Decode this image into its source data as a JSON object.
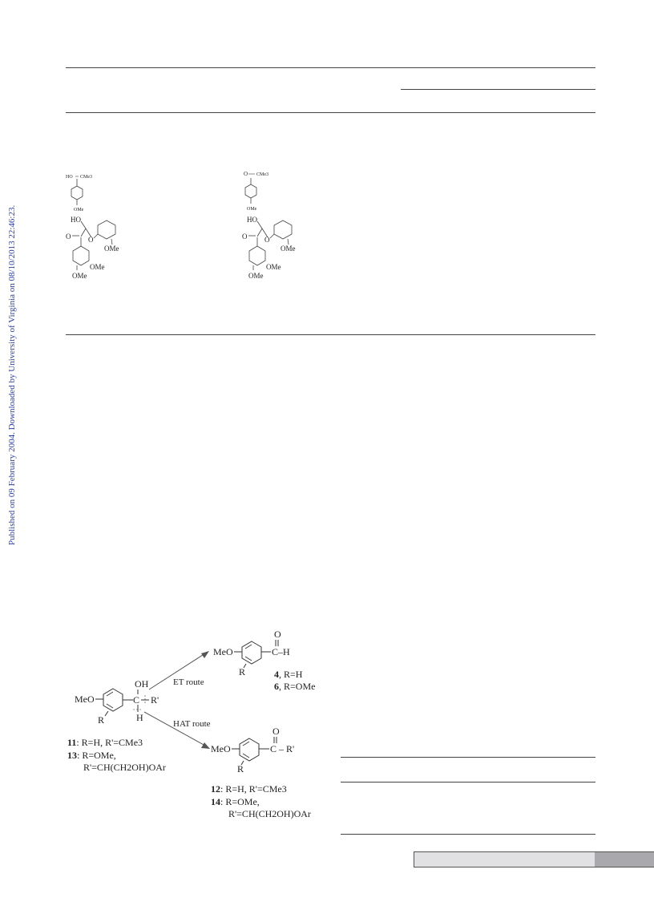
{
  "sidebar": {
    "text": "Published on 09 February 2004. Downloaded by University of Virginia on 08/10/2013 22:46:23."
  },
  "table": {
    "left_small_compound": {
      "top_label": "HO",
      "top_group": "CMe3",
      "bottom_group": "OMe"
    },
    "right_small_compound": {
      "top_label": "O",
      "top_group": "CMe3",
      "bottom_group": "OMe"
    },
    "left_lignin_model": {
      "ho": "HO",
      "o_carbonyl": "O",
      "o_ether": "O",
      "ome_aryl": "OMe",
      "ome_3": "OMe",
      "ome_4": "OMe"
    },
    "right_lignin_model": {
      "ho": "HO",
      "o_carbonyl": "O",
      "o_ether": "O",
      "ome_aryl": "OMe",
      "ome_3": "OMe",
      "ome_4": "OMe"
    }
  },
  "scheme": {
    "start": {
      "meo": "MeO",
      "oh": "OH",
      "c": "C",
      "rprime": "R'",
      "h": "H",
      "r": "R"
    },
    "et_route": "ET route",
    "hat_route": "HAT route",
    "aldehyde": {
      "meo": "MeO",
      "o": "O",
      "ch": "C–H",
      "r": "R"
    },
    "aldehyde_labels": [
      {
        "num": "4",
        "rest": ", R=H"
      },
      {
        "num": "6",
        "rest": ", R=OMe"
      }
    ],
    "ketone": {
      "meo": "MeO",
      "o": "O",
      "cr": "C – R'",
      "r": "R"
    },
    "start_labels": [
      {
        "num": "11",
        "rest": ": R=H, R'=CMe3"
      },
      {
        "num": "13",
        "rest": ": R=OMe,"
      },
      {
        "num": "",
        "rest": "R'=CH(CH2OH)OAr"
      }
    ],
    "ketone_labels": [
      {
        "num": "12",
        "rest": ": R=H, R'=CMe3"
      },
      {
        "num": "14",
        "rest": ": R=OMe,"
      },
      {
        "num": "",
        "rest": "R'=CH(CH2OH)OAr"
      }
    ]
  },
  "colors": {
    "sidebar_link": "#2a3fa6",
    "rule": "#444444",
    "footer_bar": "#e1e1e4",
    "footer_end": "#a9a9ad"
  }
}
